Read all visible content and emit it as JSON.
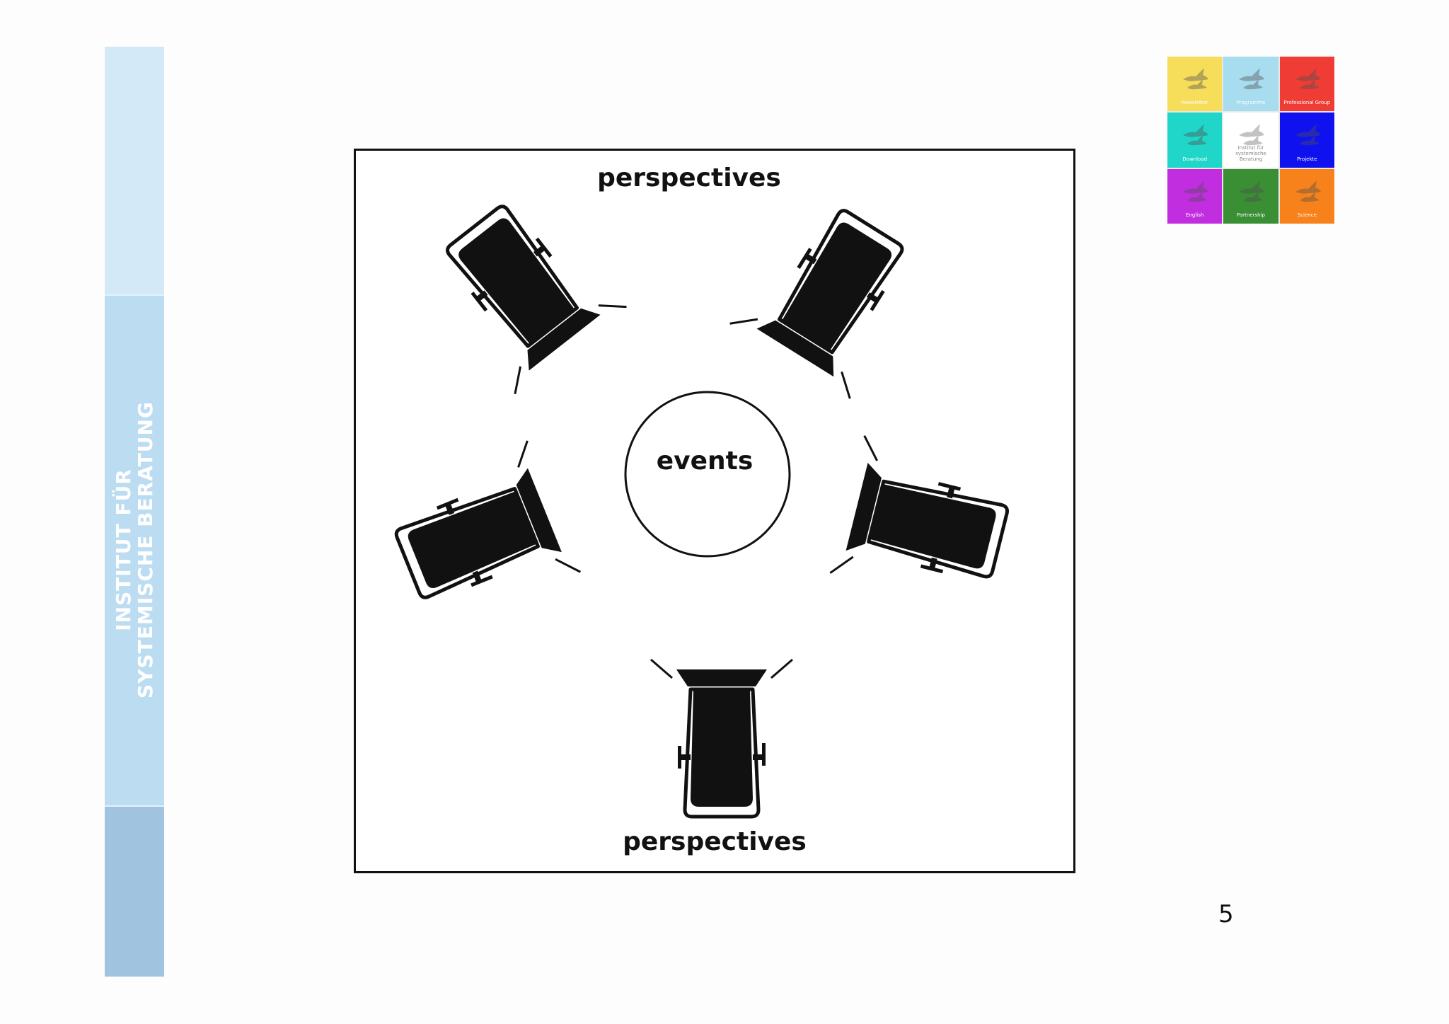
{
  "sidebar": {
    "line1": "INSTITUT FÜR",
    "line2": "SYSTEMISCHE BERATUNG"
  },
  "diagram": {
    "label_top": "perspectives",
    "center_label": "events",
    "label_bottom": "perspectives",
    "spotlight_icon": "spotlight-icon",
    "spotlight_count": 5
  },
  "logo": {
    "tiles": [
      {
        "label": "Newsletter",
        "color": "#f6dd5a",
        "light": false
      },
      {
        "label": "Programme",
        "color": "#a8dcef",
        "light": false
      },
      {
        "label": "Professional Group",
        "color": "#ef3d35",
        "light": false
      },
      {
        "label": "Download",
        "color": "#1fd6c9",
        "light": false
      },
      {
        "label": "Institut für systemische Beratung",
        "color": "#ffffff",
        "light": true
      },
      {
        "label": "Projekte",
        "color": "#0f12ee",
        "light": false
      },
      {
        "label": "English",
        "color": "#c12ee0",
        "light": false
      },
      {
        "label": "Partnership",
        "color": "#3a8e34",
        "light": false
      },
      {
        "label": "Science",
        "color": "#f7821b",
        "light": false
      }
    ]
  },
  "page": {
    "number": "5"
  }
}
